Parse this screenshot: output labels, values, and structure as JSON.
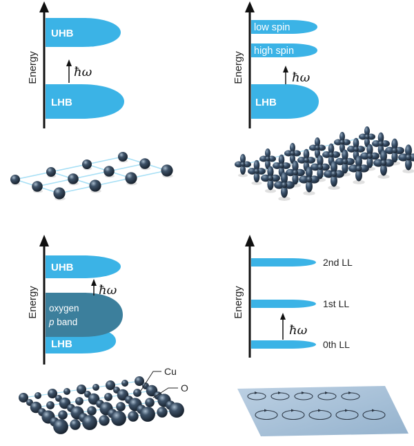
{
  "colors": {
    "band": "#3bb3e6",
    "band_dark": "#2a7ea6",
    "oxygen_band": "#3c7f9c",
    "axis": "#111111",
    "atom": "#2c3b4e",
    "bond": "#a7dff5",
    "sheet": "#a8c3dc"
  },
  "panels": {
    "a": {
      "axis_label": "Energy",
      "upper_band": "UHB",
      "lower_band": "LHB",
      "transition": "ħω"
    },
    "b": {
      "axis_label": "Energy",
      "band_low_spin": "low spin",
      "band_high_spin": "high spin",
      "lower_band": "LHB",
      "transition": "ħω"
    },
    "c": {
      "axis_label": "Energy",
      "upper_band": "UHB",
      "oxygen_line1": "oxygen",
      "oxygen_line2_p": "p",
      "oxygen_line2_rest": " band",
      "lower_band": "LHB",
      "transition": "ħω",
      "label_cu": "Cu",
      "label_o": "O"
    },
    "d": {
      "axis_label": "Energy",
      "level_2": "2nd LL",
      "level_1": "1st LL",
      "level_0": "0th LL",
      "transition": "ħω"
    }
  }
}
